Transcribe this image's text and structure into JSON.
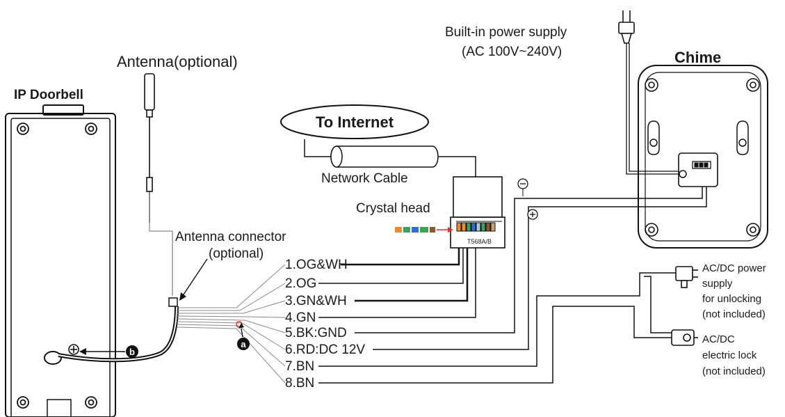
{
  "labels": {
    "power_line1": "Built-in power supply",
    "power_line2": "(AC 100V~240V)",
    "antenna": "Antenna(optional)",
    "ip_doorbell": "IP Doorbell",
    "to_internet": "To Internet",
    "network_cable": "Network Cable",
    "crystal_head": "Crystal head",
    "antenna_conn_1": "Antenna connector",
    "antenna_conn_2": "(optional)",
    "chime": "Chime",
    "t568b": "T568A/B",
    "minus": "−",
    "plus": "+",
    "marker_a": "a",
    "marker_b": "b"
  },
  "wires": [
    "1.OG&WH",
    "2.OG",
    "3.GN&WH",
    "4.GN",
    "5.BK:GND",
    "6.RD:DC 12V",
    "7.BN",
    "8.BN"
  ],
  "ac_supply": [
    "AC/DC power",
    "supply",
    "for unlocking",
    "(not included)"
  ],
  "lock": [
    "AC/DC",
    "electric lock",
    "(not included)"
  ]
}
